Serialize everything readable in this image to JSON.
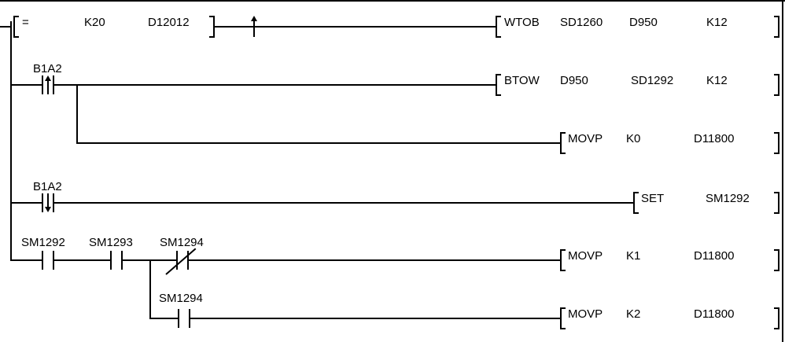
{
  "colors": {
    "wire": "#000000",
    "text": "#000000",
    "background": "#ffffff"
  },
  "ladder": {
    "rung1": {
      "compare": {
        "operator": "=",
        "arg1": "K20",
        "arg2": "D12012"
      },
      "pulse_icon": "rising-edge-pulse",
      "instruction": {
        "name": "WTOB",
        "arg1": "SD1260",
        "arg2": "D950",
        "arg3": "K12"
      }
    },
    "rung2": {
      "contact_label": "B1A2",
      "contact_type": "rising-pulse-contact",
      "instruction": {
        "name": "BTOW",
        "arg1": "D950",
        "arg2": "SD1292",
        "arg3": "K12"
      }
    },
    "rung3": {
      "instruction": {
        "name": "MOVP",
        "arg1": "K0",
        "arg2": "D11800"
      }
    },
    "rung4": {
      "contact_label": "B1A2",
      "contact_type": "falling-pulse-contact",
      "instruction": {
        "name": "SET",
        "arg1": "SM1292"
      }
    },
    "rung5": {
      "contact1_label": "SM1292",
      "contact2_label": "SM1293",
      "contact3_label": "SM1294",
      "contact3_type": "normally-closed-contact",
      "instruction": {
        "name": "MOVP",
        "arg1": "K1",
        "arg2": "D11800"
      }
    },
    "rung6": {
      "contact_label": "SM1294",
      "instruction": {
        "name": "MOVP",
        "arg1": "K2",
        "arg2": "D11800"
      }
    }
  }
}
